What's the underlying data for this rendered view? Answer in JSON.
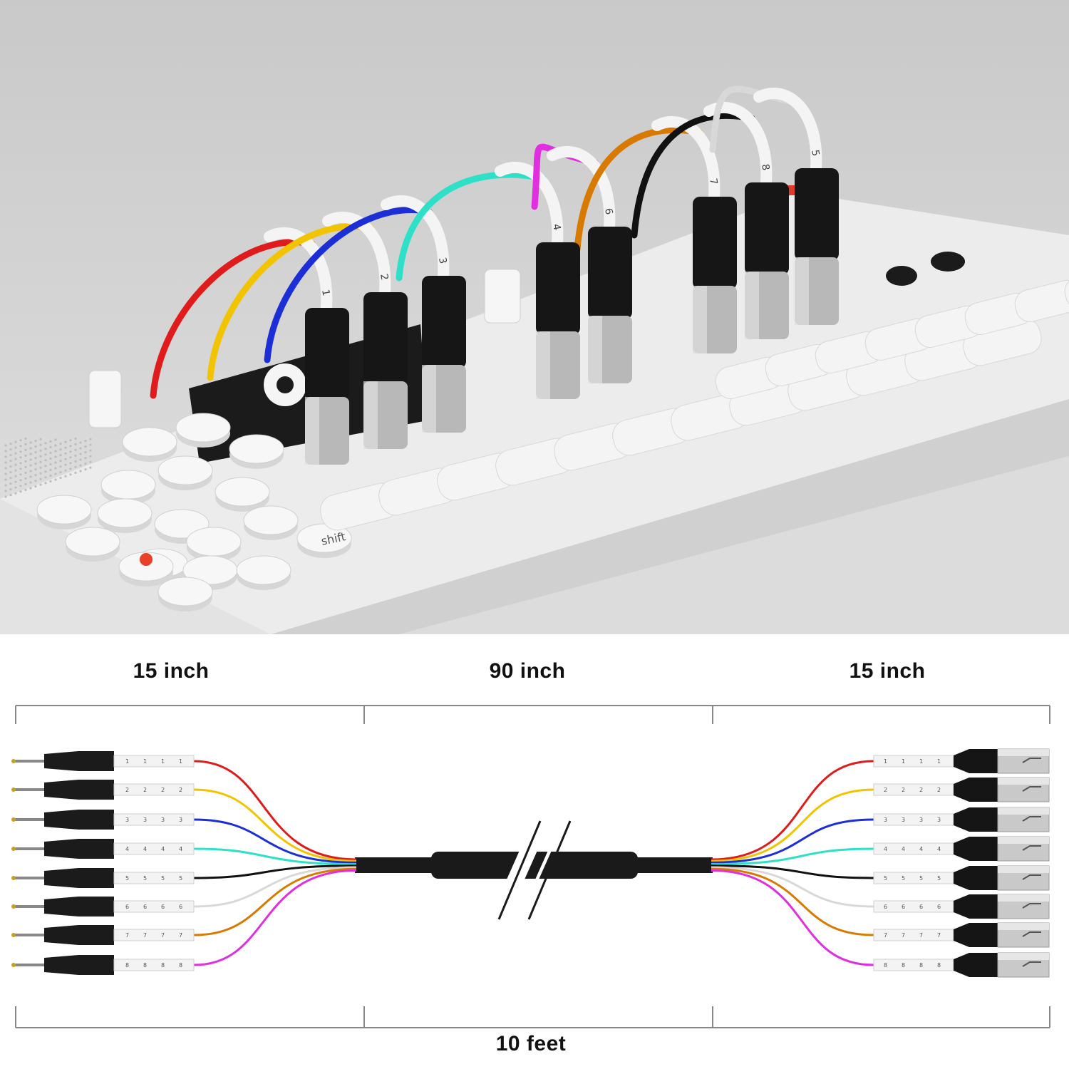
{
  "photo": {
    "description_icon": "multitrack-xlr-snake-on-synthesizer",
    "connector_numbers": [
      "1",
      "2",
      "3",
      "4",
      "6",
      "7",
      "8",
      "5"
    ],
    "device_keys": {
      "shift_key": "shift"
    }
  },
  "diagram": {
    "segment_left": "15 inch",
    "segment_middle": "90 inch",
    "segment_right": "15 inch",
    "total_length": "10 feet",
    "channels": [
      {
        "number": "1",
        "color": "#e01b1b"
      },
      {
        "number": "2",
        "color": "#f2c400"
      },
      {
        "number": "3",
        "color": "#1c2fd6"
      },
      {
        "number": "4",
        "color": "#2fe0c8"
      },
      {
        "number": "5",
        "color": "#111111"
      },
      {
        "number": "6",
        "color": "#d8d8d8"
      },
      {
        "number": "7",
        "color": "#d97a00"
      },
      {
        "number": "8",
        "color": "#e02ee0"
      }
    ],
    "trunk_color": "#1a1a1a"
  }
}
